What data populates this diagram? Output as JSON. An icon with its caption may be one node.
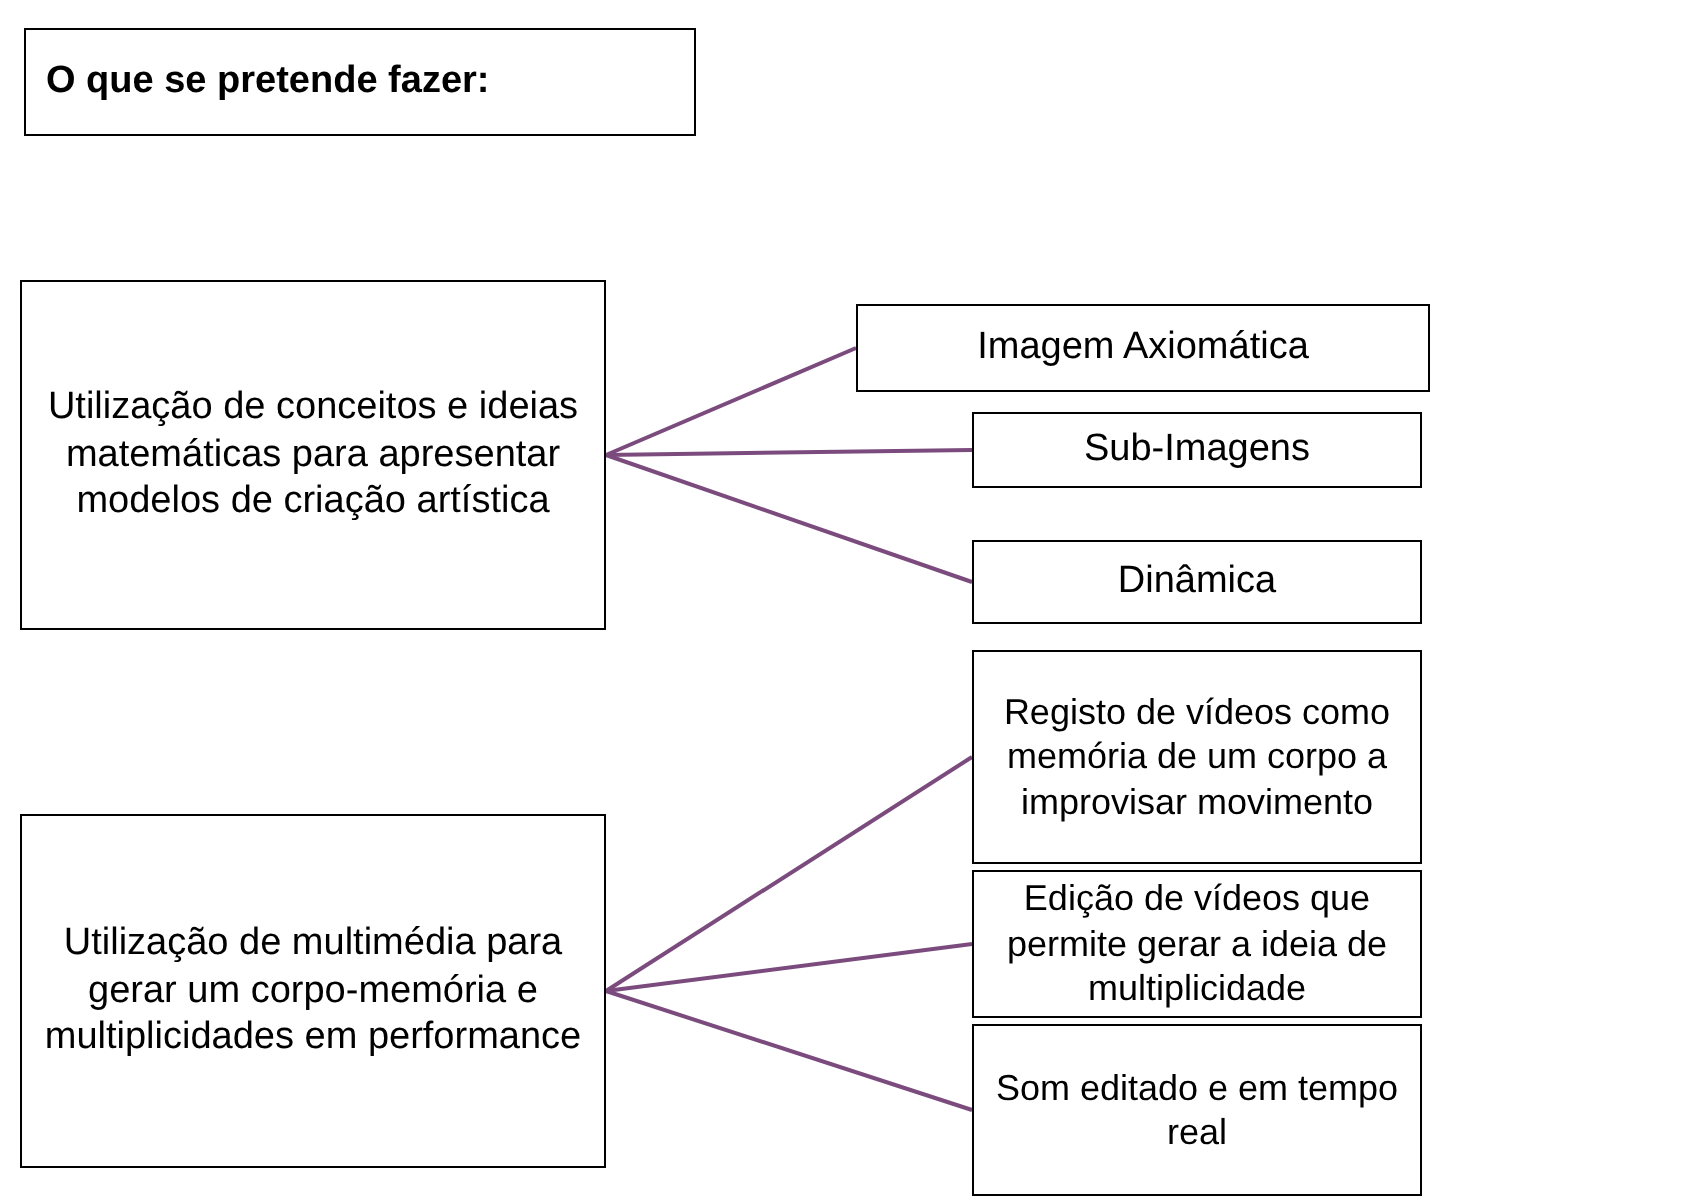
{
  "diagram": {
    "title": "O que se pretende fazer:",
    "nodes": [
      {
        "text": [
          "Utilização de conceitos e ideias matemáticas para apresentar modelos de criação artística"
        ]
      },
      {
        "text": [
          "Imagem Axiomática"
        ]
      },
      {
        "text": [
          "Sub-Imagens"
        ]
      },
      {
        "text": [
          "Dinâmica"
        ]
      },
      {
        "text": [
          "Utilização de multimédia para gerar um corpo-memória e multiplicidades em performance"
        ]
      },
      {
        "text": [
          "Registo de vídeos como memória de um corpo a improvisar movimento"
        ]
      },
      {
        "text": [
          "Edição de vídeos que permite gerar a ideia de multiplicidade"
        ]
      },
      {
        "text": [
          "Som editado e em tempo real"
        ]
      }
    ],
    "edges": [
      {
        "from": 0,
        "to": 1,
        "arrow": "none"
      },
      {
        "from": 0,
        "to": 2,
        "arrow": "none"
      },
      {
        "from": 0,
        "to": 3,
        "arrow": "none"
      },
      {
        "from": 4,
        "to": 5,
        "arrow": "none"
      },
      {
        "from": 4,
        "to": 6,
        "arrow": "none"
      },
      {
        "from": 4,
        "to": 7,
        "arrow": "none"
      }
    ]
  }
}
